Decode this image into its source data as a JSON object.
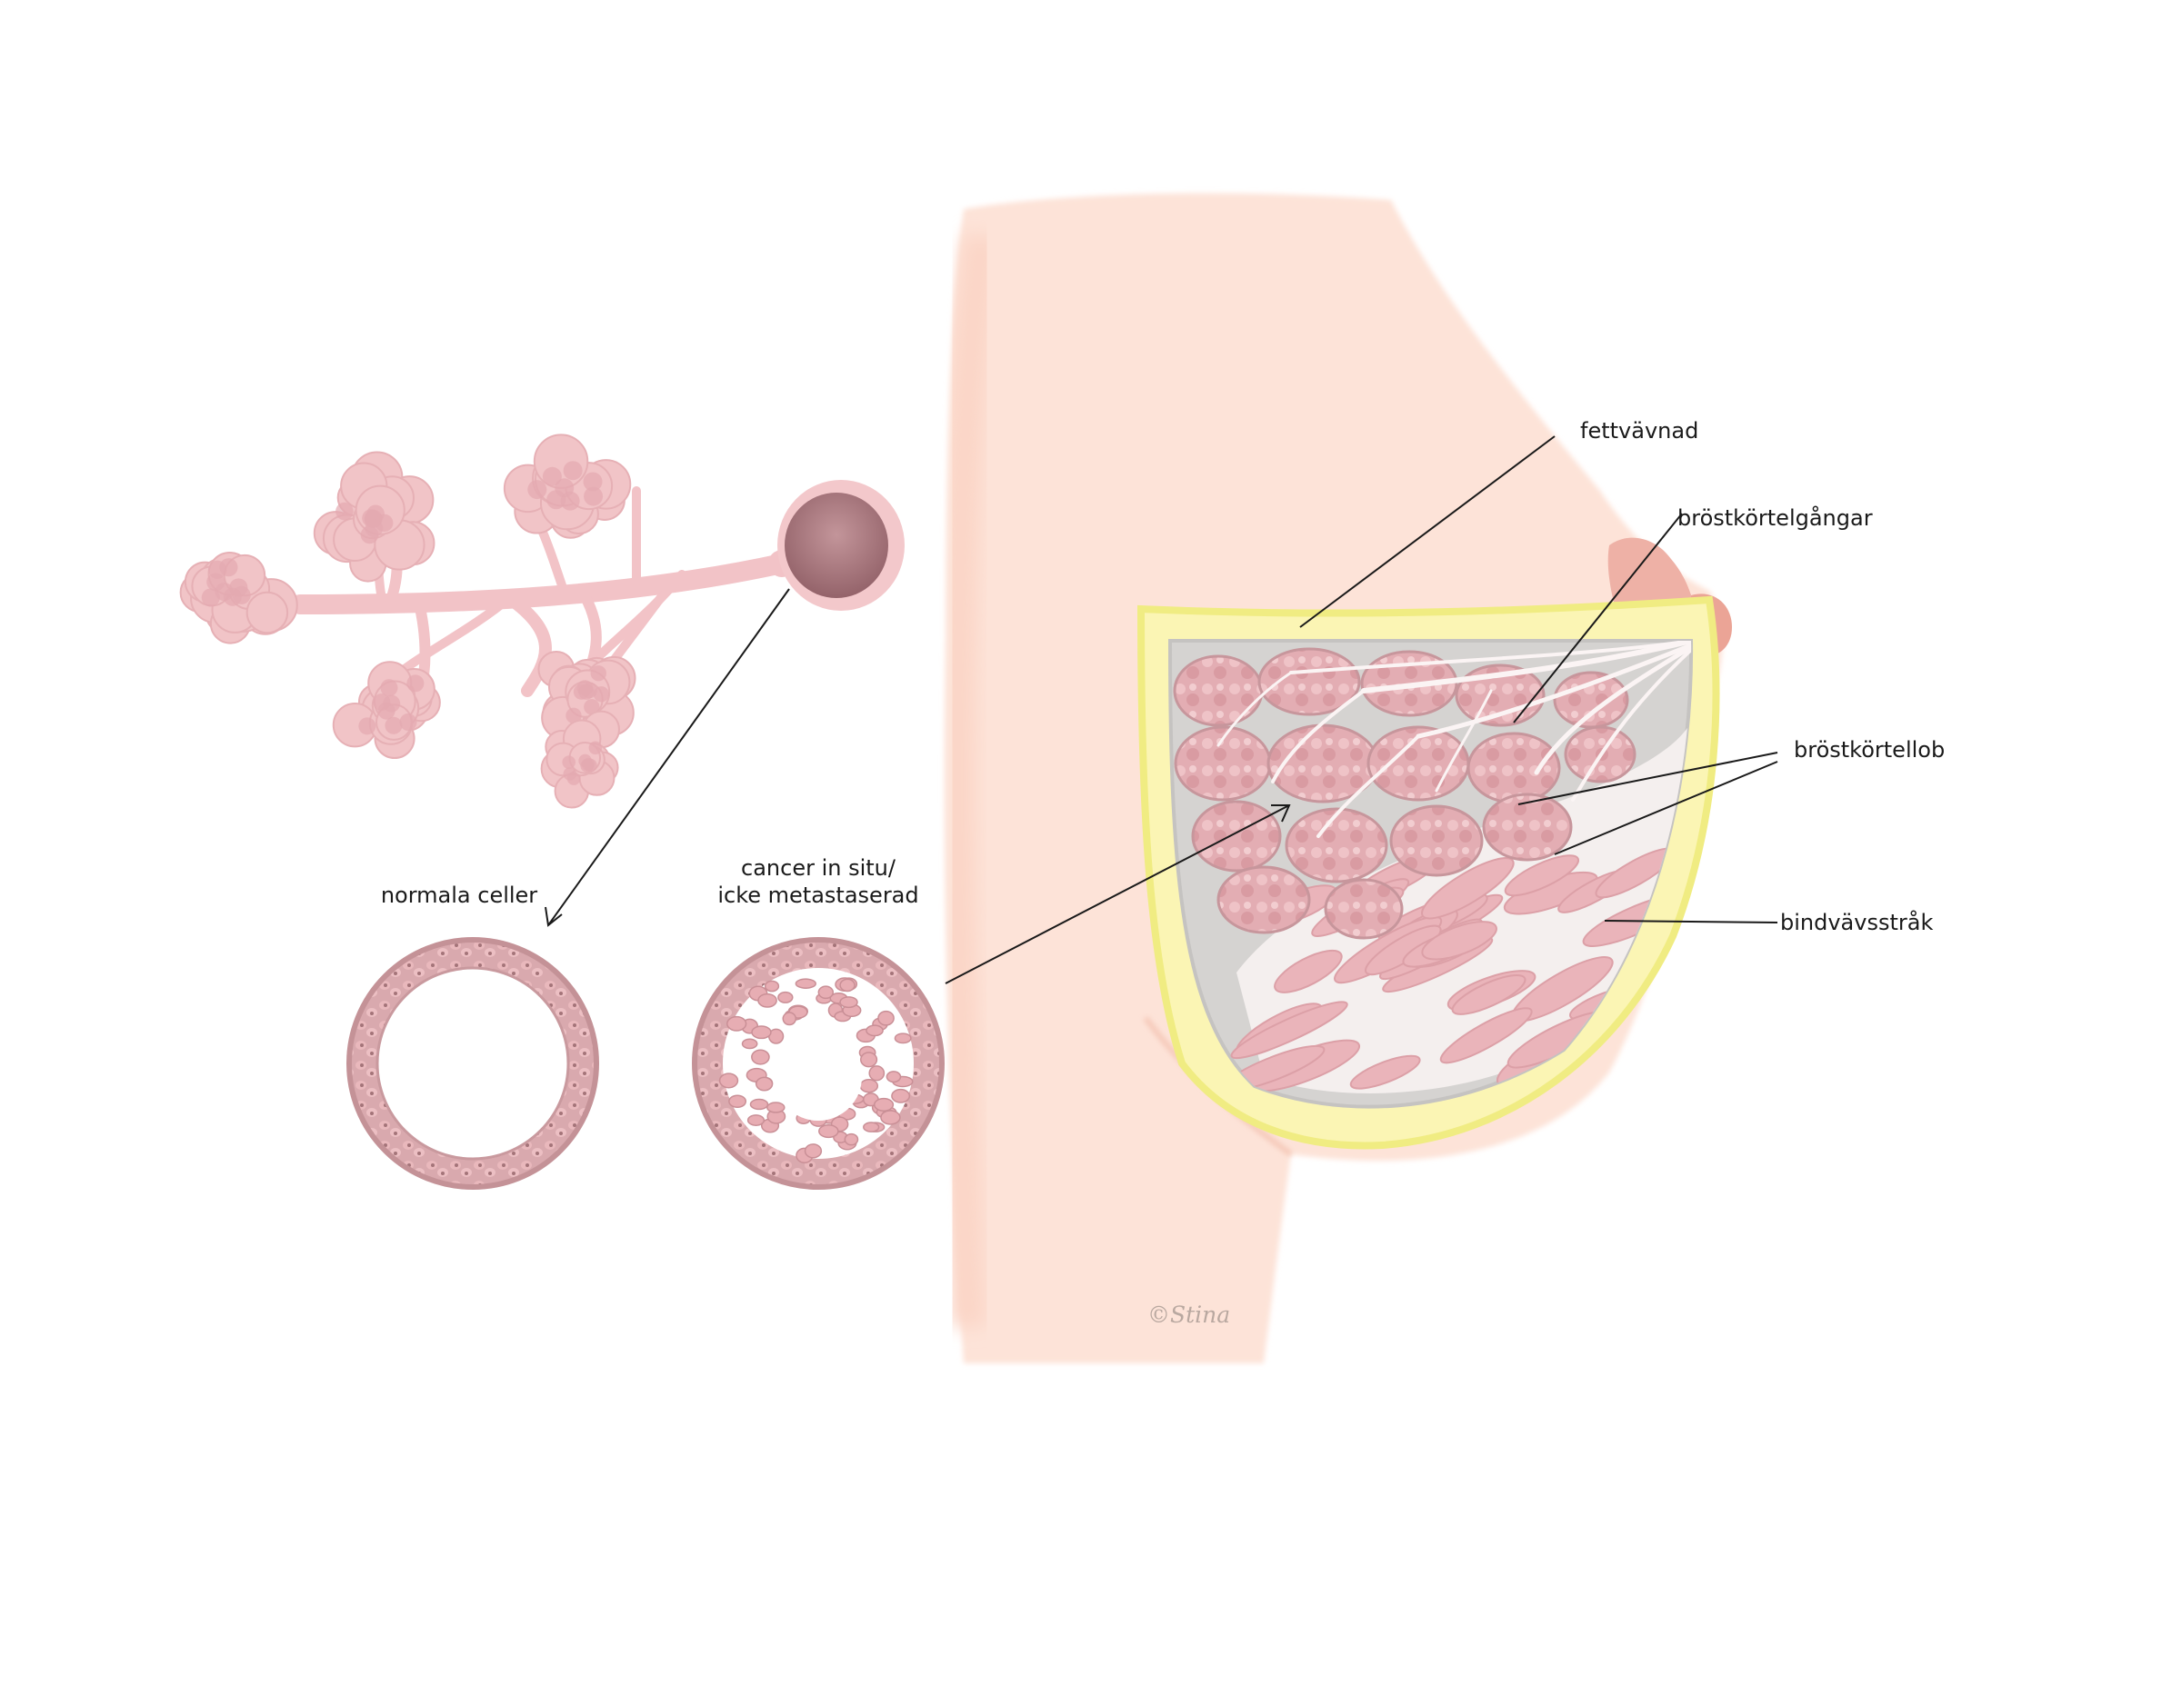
{
  "labels": {
    "fat_tissue": "fettvävnad",
    "milk_ducts": "bröstkörtelgångar",
    "gland_lobes": "bröstkörtellob",
    "connective_strands": "bindvävsstråk",
    "normal_cells": "normala celler",
    "cancer_line1": "cancer in situ/",
    "cancer_line2": "icke metastaserad"
  },
  "signature": "©Stina",
  "colors": {
    "skin": "#fde3d8",
    "skin_shade": "#f6cdbd",
    "areola": "#eeaa9f",
    "fat_layer": "#fbf7b0",
    "fat_edge": "#eef070",
    "gland_bg": "#d3d3d3",
    "lobule": "#e8b6bc",
    "lobule_dark": "#c99ba2",
    "duct": "#f1c5c8",
    "duct_end": "#9e6d72",
    "ring_tissue": "#c99ba0",
    "ring_cell": "#e8b3b8",
    "ring_nucleus": "#a77b80",
    "leader_line": "#1a1a1a"
  }
}
